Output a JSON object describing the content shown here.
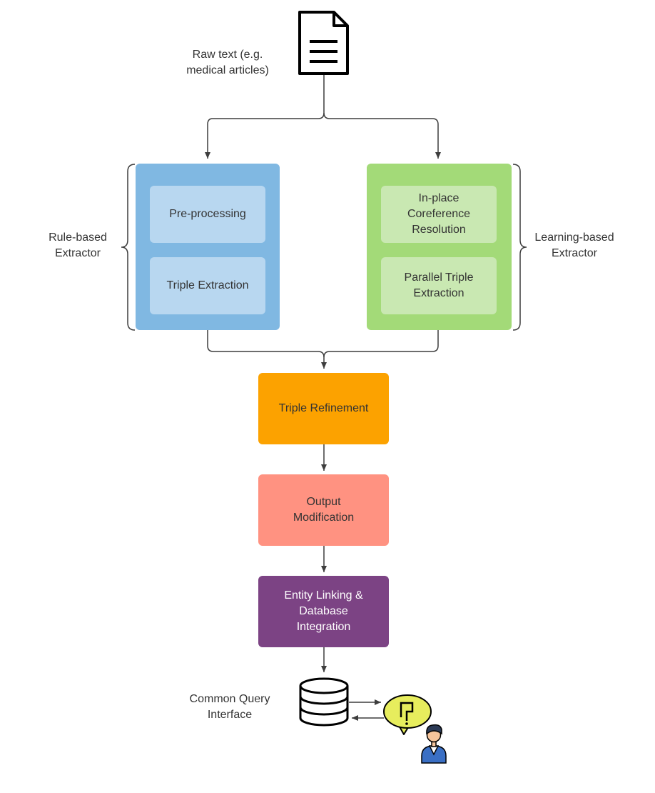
{
  "source": {
    "lines": [
      "Raw text (e.g.",
      "medical articles)"
    ],
    "icon": "document-icon"
  },
  "rule_extractor": {
    "label_lines": [
      "Rule-based",
      "Extractor"
    ],
    "color": "#80b8e2",
    "inner_color": "#b8d7f0",
    "steps": [
      {
        "lines": [
          "Pre-processing"
        ]
      },
      {
        "lines": [
          "Triple Extraction"
        ]
      }
    ]
  },
  "learning_extractor": {
    "label_lines": [
      "Learning-based",
      "Extractor"
    ],
    "color": "#a3da78",
    "inner_color": "#c9e8b2",
    "steps": [
      {
        "lines": [
          "In-place",
          "Coreference",
          "Resolution"
        ]
      },
      {
        "lines": [
          "Parallel Triple",
          "Extraction"
        ]
      }
    ]
  },
  "pipeline": [
    {
      "lines": [
        "Triple Refinement"
      ],
      "color": "#fca200"
    },
    {
      "lines": [
        "Output",
        "Modification"
      ],
      "color": "#ff9281"
    },
    {
      "lines": [
        "Entity Linking &",
        "Database",
        "Integration"
      ],
      "color": "#7c4384",
      "text_color": "#ffffff"
    }
  ],
  "query": {
    "lines": [
      "Common Query",
      "Interface"
    ],
    "icons": [
      "database-icon",
      "question-bubble-icon",
      "user-icon"
    ]
  }
}
